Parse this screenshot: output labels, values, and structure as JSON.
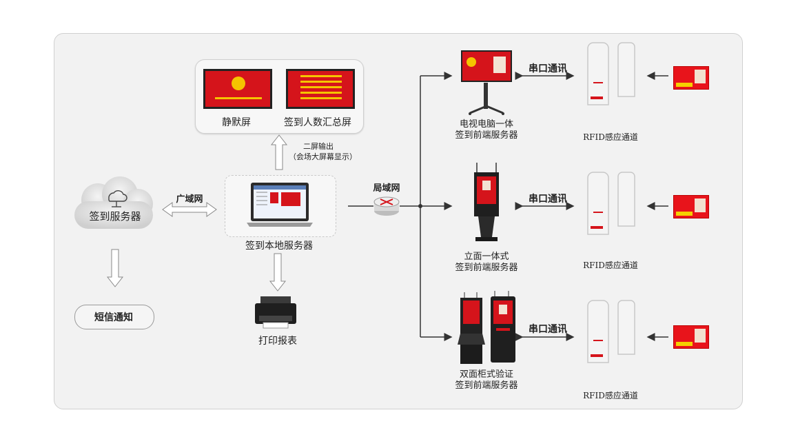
{
  "nodes": {
    "screen_left": "静默屏",
    "screen_right": "签到人数汇总屏",
    "second_screen_output": "二屏输出",
    "second_screen_note": "（会场大屏幕显示）",
    "cloud_server": "签到服务器",
    "wan": "广域网",
    "local_server": "签到本地服务器",
    "sms": "短信通知",
    "printer": "打印报表",
    "lan": "局域网",
    "terminal_1_line1": "电视电脑一体",
    "terminal_1_line2": "签到前端服务器",
    "terminal_2_line1": "立面一体式",
    "terminal_2_line2": "签到前端服务器",
    "terminal_3_line1": "双面柜式验证",
    "terminal_3_line2": "签到前端服务器",
    "serial_1": "串口通讯",
    "serial_2": "串口通讯",
    "serial_3": "串口通讯",
    "rfid_1": "RFID感应通道",
    "rfid_2": "RFID感应通道",
    "rfid_3": "RFID感应通道"
  },
  "colors": {
    "accent_red": "#d5141b",
    "card_yellow": "#f5d000",
    "line_dark": "#333333"
  }
}
